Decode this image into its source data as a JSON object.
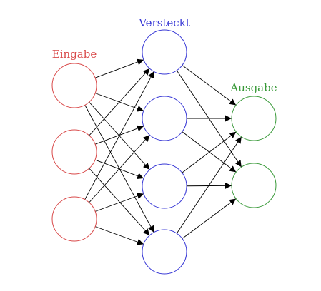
{
  "diagram": {
    "type": "neural-network",
    "layers": [
      {
        "id": "input",
        "label": "Eingabe",
        "color": "#d94a4a",
        "node_count": 3
      },
      {
        "id": "hidden",
        "label": "Versteckt",
        "color": "#3a3ad6",
        "node_count": 4
      },
      {
        "id": "output",
        "label": "Ausgabe",
        "color": "#3a9a3a",
        "node_count": 2
      }
    ],
    "connections": "fully-connected",
    "edge_color": "#000000",
    "arrowheads": true
  }
}
